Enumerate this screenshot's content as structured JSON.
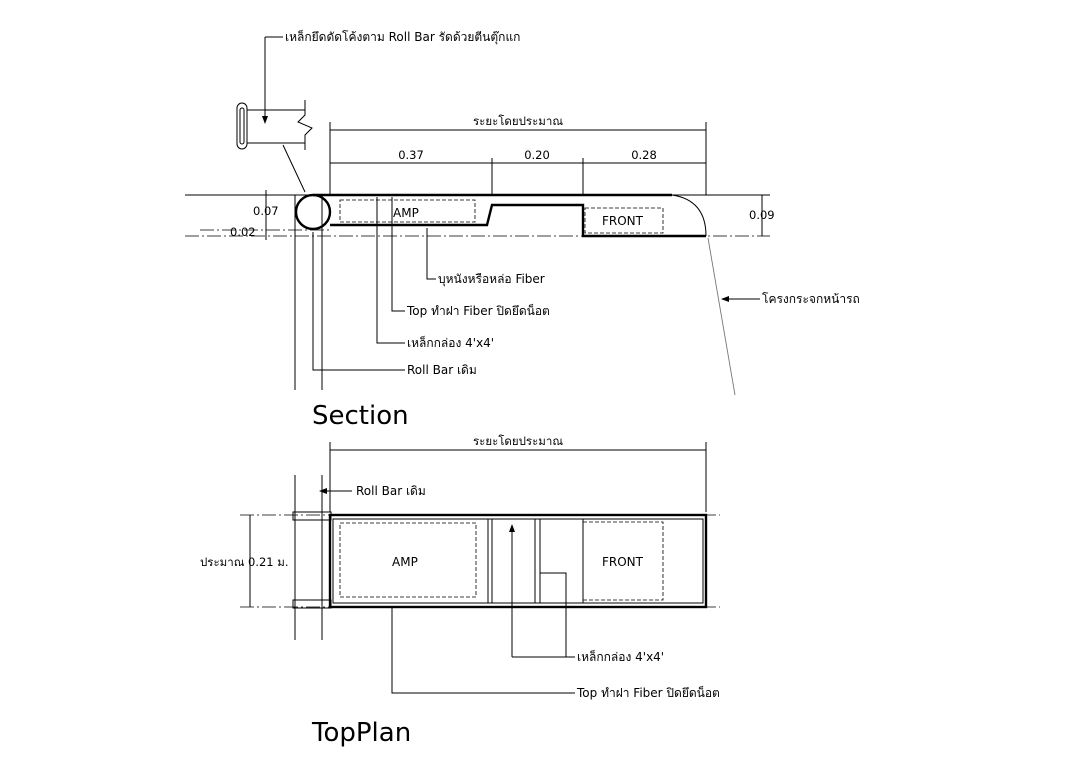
{
  "section": {
    "title": "Section",
    "top_note": "เหล็กยึดดัดโค้งตาม Roll Bar รัดด้วยตีนตุ๊กแก",
    "overall_dim": "ระยะโดยประมาณ",
    "dims": [
      "0.37",
      "0.20",
      "0.28"
    ],
    "height_left": "0.07",
    "offset_left": "0.02",
    "height_right": "0.09",
    "amp": "AMP",
    "front": "FRONT",
    "callouts": {
      "lining": "บุหนังหรือหล่อ Fiber",
      "top": "Top  ทำฝา Fiber  ปิดยึดน็อต",
      "box_steel": "เหล็กกล่อง 4'x4'",
      "roll_bar": "Roll Bar  เดิม",
      "windshield": "โครงกระจกหน้ารถ"
    }
  },
  "top_plan": {
    "title": "TopPlan",
    "overall_dim": "ระยะโดยประมาณ",
    "width_note": "ประมาณ 0.21 ม.",
    "amp": "AMP",
    "front": "FRONT",
    "callouts": {
      "roll_bar": "Roll Bar  เดิม",
      "box_steel": "เหล็กกล่อง 4'x4'",
      "top": "Top  ทำฝา Fiber  ปิดยึดน็อต"
    }
  }
}
